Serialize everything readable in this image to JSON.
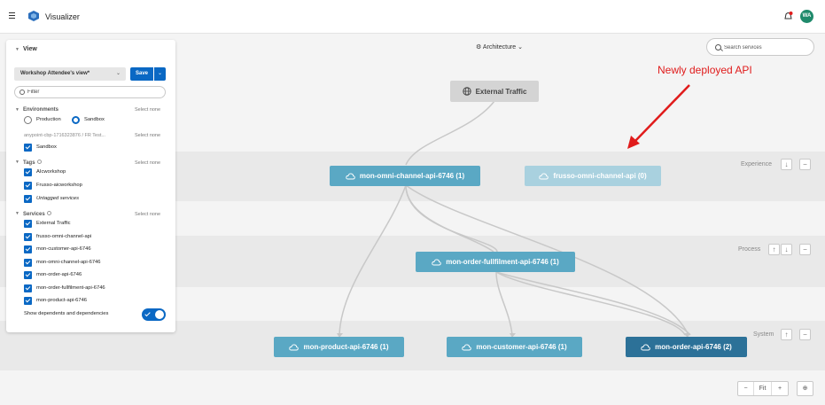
{
  "app": {
    "title": "Visualizer",
    "user_initials": "WA"
  },
  "toolbar": {
    "architecture_label": "Architecture",
    "search_placeholder": "Search services"
  },
  "annotation": "Newly deployed API",
  "layers": {
    "experience": {
      "title": "Experience"
    },
    "process": {
      "title": "Process"
    },
    "system": {
      "title": "System"
    }
  },
  "nodes": {
    "external": "External Traffic",
    "omni_6746": "mon-omni-channel-api-6746 (1)",
    "frusso_omni": "frusso-omni-channel-api (0)",
    "fulfilment": "mon-order-fullfilment-api-6746 (1)",
    "product": "mon-product-api-6746 (1)",
    "customer": "mon-customer-api-6746 (1)",
    "order": "mon-order-api-6746 (2)"
  },
  "zoom": {
    "minus": "−",
    "fit": "Fit",
    "plus": "+"
  },
  "panel": {
    "title": "View",
    "view_name": "Workshop Attendee's view*",
    "save_label": "Save",
    "filter_placeholder": "Filter",
    "environments": {
      "title": "Environments",
      "select_none": "Select none",
      "options": [
        {
          "label": "Production",
          "selected": false
        },
        {
          "label": "Sandbox",
          "selected": true
        }
      ],
      "org_note": "anypoint-cbp-1716323876 / FR Test...",
      "org_select_none": "Select none",
      "org_items": [
        "Sandbox"
      ]
    },
    "tags": {
      "title": "Tags",
      "select_none": "Select none",
      "items": [
        "AIcworkshop",
        "Frusso-aicworkshop",
        "Untagged services"
      ]
    },
    "services": {
      "title": "Services",
      "select_none": "Select none",
      "items": [
        "External Traffic",
        "frusso-omni-channel-api",
        "mon-customer-api-6746",
        "mon-omni-channel-api-6746",
        "mon-order-api-6746",
        "mon-order-fullfilment-api-6746",
        "mon-product-api-6746"
      ]
    },
    "show_dependents_label": "Show dependents and dependencies",
    "show_dependents_on": true
  },
  "colors": {
    "accent": "#0a68c4",
    "node": "#5aa8c4",
    "node_faded": "#a9d1df",
    "node_dark": "#2c7198",
    "annotation": "#e01b1b"
  }
}
